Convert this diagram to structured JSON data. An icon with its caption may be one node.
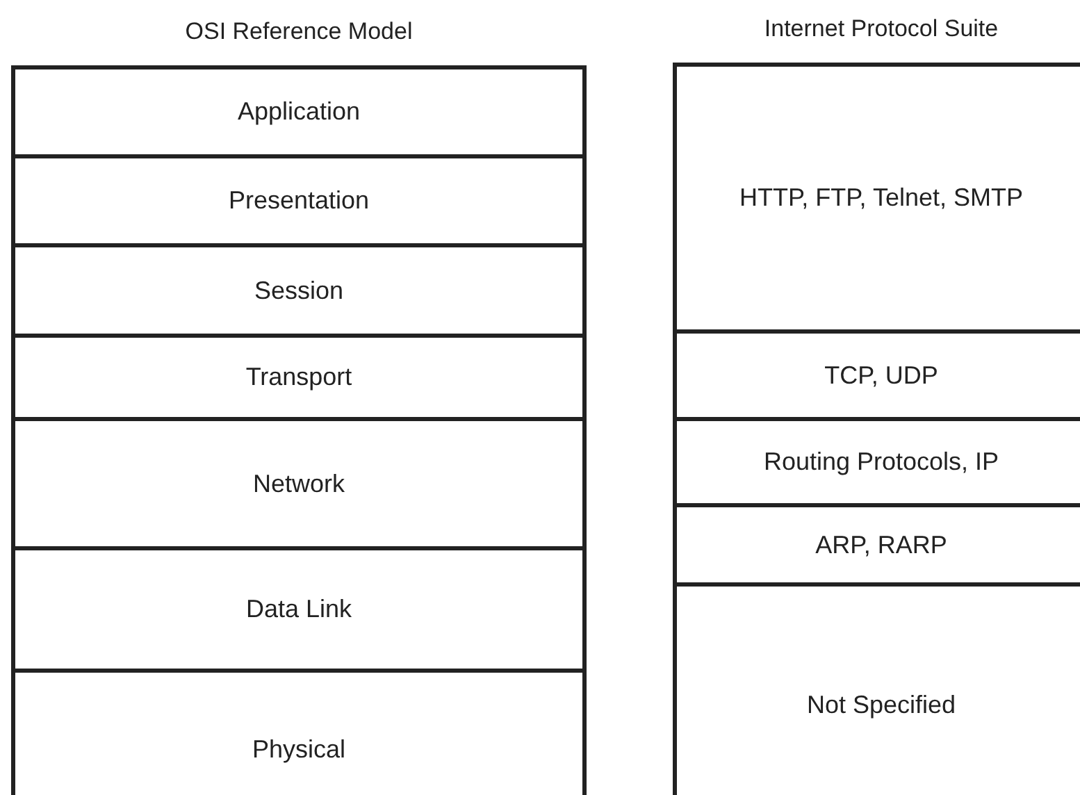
{
  "diagram": {
    "nodes": [
      {
        "text": [
          "OSI Reference Model"
        ]
      },
      {
        "text": [
          "Application"
        ],
        "in": 0
      },
      {
        "text": [
          "Presentation"
        ],
        "in": 0
      },
      {
        "text": [
          "Session"
        ],
        "in": 0
      },
      {
        "text": [
          "Transport"
        ],
        "in": 0
      },
      {
        "text": [
          "Network"
        ],
        "in": 0
      },
      {
        "text": [
          "Data Link"
        ],
        "in": 0
      },
      {
        "text": [
          "Physical"
        ],
        "in": 0
      },
      {
        "text": [
          "Internet Protocol Suite"
        ]
      },
      {
        "text": [
          "HTTP, FTP, Telnet, SMTP"
        ],
        "in": 8
      },
      {
        "text": [
          "TCP, UDP"
        ],
        "in": 8
      },
      {
        "text": [
          "Routing Protocols, IP"
        ],
        "in": 8
      },
      {
        "text": [
          "ARP, RARP"
        ],
        "in": 8
      },
      {
        "text": [
          "Not Specified"
        ],
        "in": 8
      }
    ]
  }
}
